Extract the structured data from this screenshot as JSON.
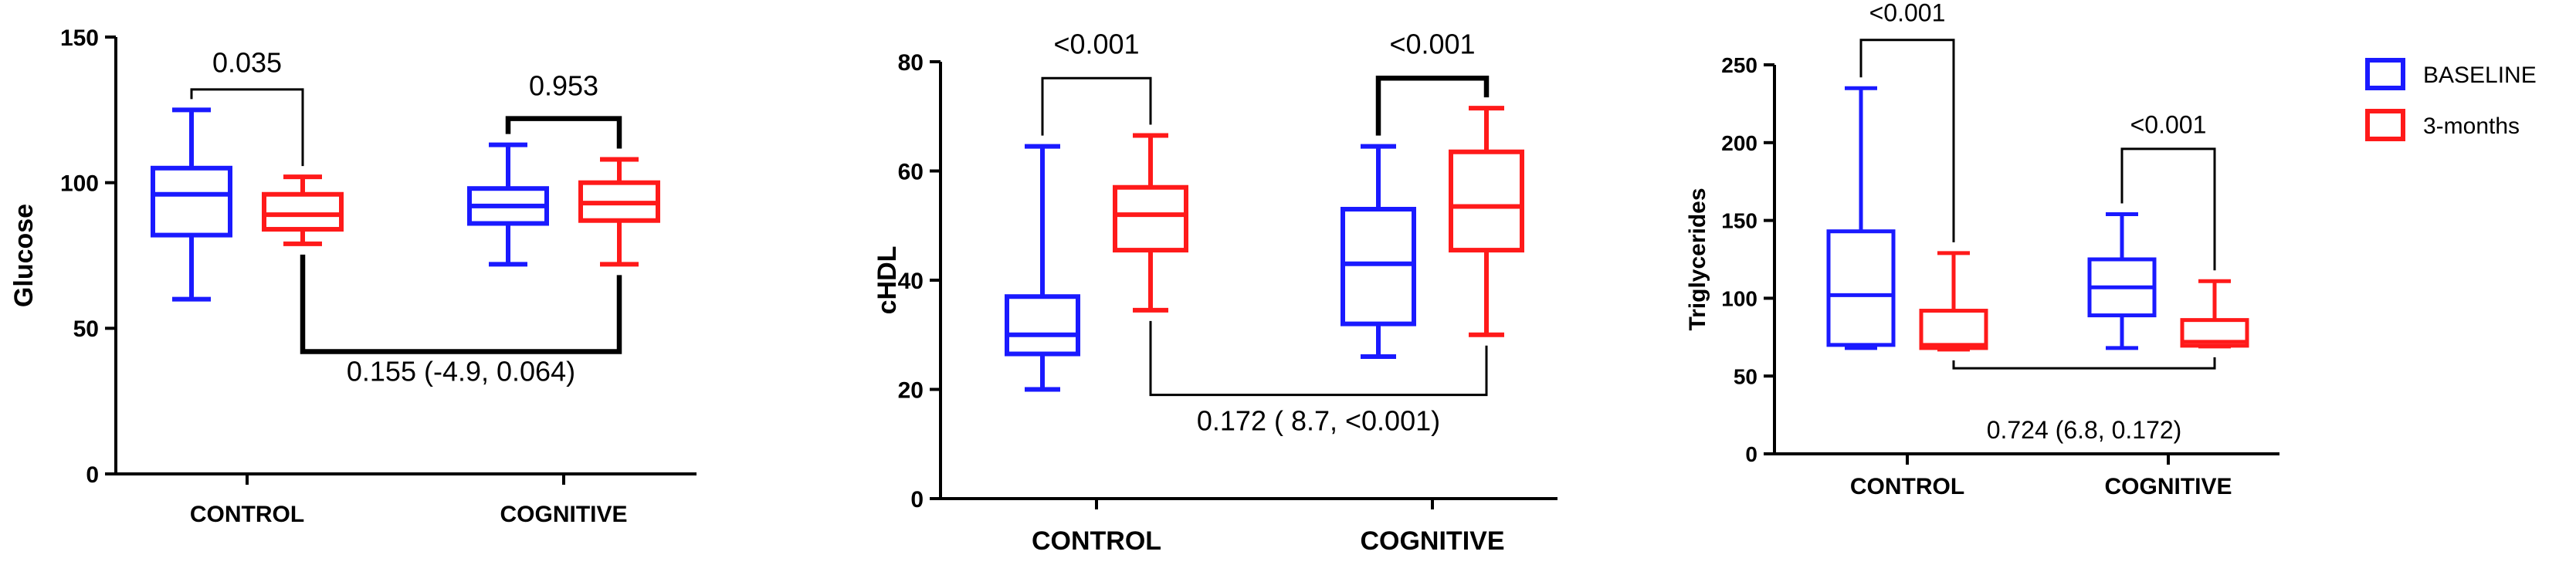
{
  "legend": {
    "items": [
      {
        "label": "BASELINE",
        "color": "#1a1aff"
      },
      {
        "label": "3-months",
        "color": "#ff1a1a"
      }
    ]
  },
  "chart_data": [
    {
      "type": "boxplot",
      "ylabel": "Glucose",
      "ylim": [
        0,
        150
      ],
      "yticks": [
        0,
        50,
        100,
        150
      ],
      "categories": [
        "CONTROL",
        "COGNITIVE"
      ],
      "series": [
        {
          "name": "BASELINE",
          "color": "#1a1aff",
          "boxes": [
            {
              "min": 60,
              "q1": 82,
              "median": 96,
              "q3": 105,
              "max": 125
            },
            {
              "min": 72,
              "q1": 86,
              "median": 92,
              "q3": 98,
              "max": 113
            }
          ]
        },
        {
          "name": "3-months",
          "color": "#ff1a1a",
          "boxes": [
            {
              "min": 79,
              "q1": 84,
              "median": 89,
              "q3": 96,
              "max": 102
            },
            {
              "min": 72,
              "q1": 87,
              "median": 93,
              "q3": 100,
              "max": 108
            }
          ]
        }
      ],
      "comparisons": [
        {
          "text": "0.035",
          "kind": "within",
          "category": 0,
          "y": 132,
          "label_y": 138,
          "bold": false
        },
        {
          "text": "0.953",
          "kind": "within",
          "category": 1,
          "y": 122,
          "label_y": 130,
          "bold": true
        },
        {
          "text": "0.155 (-4.9, 0.064)",
          "kind": "between",
          "y": 42,
          "label_y": 32,
          "bold": true
        }
      ]
    },
    {
      "type": "boxplot",
      "ylabel": "cHDL",
      "ylim": [
        0,
        80
      ],
      "yticks": [
        0,
        20,
        40,
        60,
        80
      ],
      "categories": [
        "CONTROL",
        "COGNITIVE"
      ],
      "series": [
        {
          "name": "BASELINE",
          "color": "#1a1aff",
          "boxes": [
            {
              "min": 20,
              "q1": 26.5,
              "median": 30,
              "q3": 37,
              "max": 64.5
            },
            {
              "min": 26,
              "q1": 32,
              "median": 43,
              "q3": 53,
              "max": 64.5
            }
          ]
        },
        {
          "name": "3-months",
          "color": "#ff1a1a",
          "boxes": [
            {
              "min": 34.5,
              "q1": 45.5,
              "median": 52,
              "q3": 57,
              "max": 66.5
            },
            {
              "min": 30,
              "q1": 45.5,
              "median": 53.5,
              "q3": 63.5,
              "max": 71.5
            }
          ]
        }
      ],
      "comparisons": [
        {
          "text": "<0.001",
          "kind": "within",
          "category": 0,
          "y": 77,
          "label_y": 81.5,
          "bold": false
        },
        {
          "text": "<0.001",
          "kind": "within",
          "category": 1,
          "y": 77,
          "label_y": 81.5,
          "bold": true
        },
        {
          "text": "0.172 ( 8.7, <0.001)",
          "kind": "between",
          "y": 19,
          "label_y": 12.5,
          "bold": false
        }
      ]
    },
    {
      "type": "boxplot",
      "ylabel": "Triglycerides",
      "ylim": [
        0,
        250
      ],
      "yticks": [
        0,
        50,
        100,
        150,
        200,
        250
      ],
      "categories": [
        "CONTROL",
        "COGNITIVE"
      ],
      "series": [
        {
          "name": "BASELINE",
          "color": "#1a1aff",
          "boxes": [
            {
              "min": 68,
              "q1": 70,
              "median": 102,
              "q3": 143,
              "max": 235
            },
            {
              "min": 68,
              "q1": 89,
              "median": 107,
              "q3": 125,
              "max": 154
            }
          ]
        },
        {
          "name": "3-months",
          "color": "#ff1a1a",
          "boxes": [
            {
              "min": 67,
              "q1": 68,
              "median": 70,
              "q3": 92,
              "max": 129
            },
            {
              "min": 69,
              "q1": 69.5,
              "median": 72,
              "q3": 86,
              "max": 111
            }
          ]
        }
      ],
      "comparisons": [
        {
          "text": "<0.001",
          "kind": "within",
          "category": 0,
          "y": 266,
          "label_y": 278,
          "bold": false
        },
        {
          "text": "<0.001",
          "kind": "within",
          "category": 1,
          "y": 196,
          "label_y": 206,
          "bold": false
        },
        {
          "text": "0.724 (6.8, 0.172)",
          "kind": "between",
          "y": 55,
          "label_y": 10,
          "bold": false
        }
      ]
    }
  ]
}
